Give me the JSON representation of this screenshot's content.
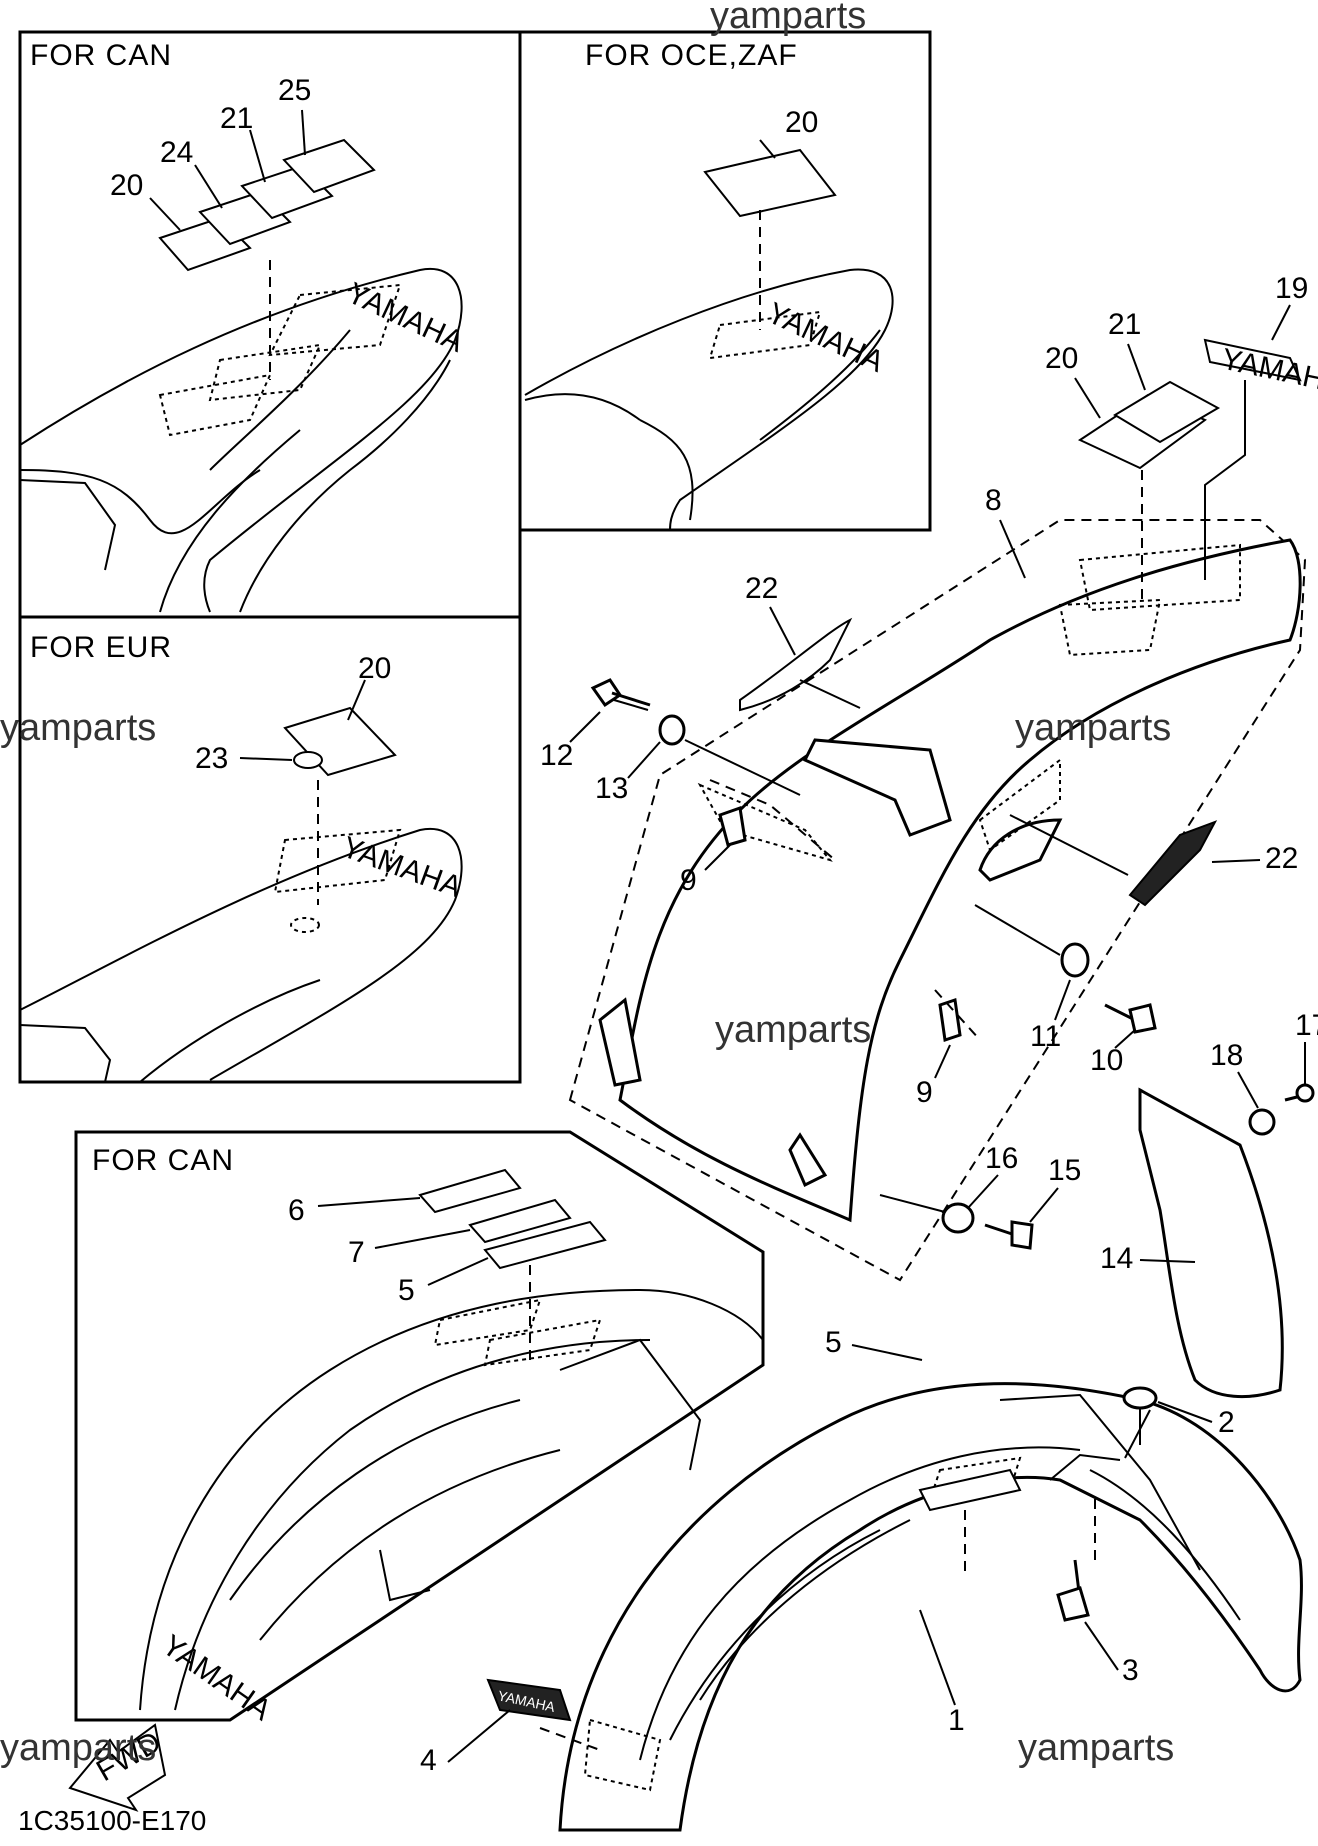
{
  "watermark": "yamparts",
  "diagram_code": "1C35100-E170",
  "panels": {
    "top_left": "FOR CAN",
    "top_right": "FOR OCE,ZAF",
    "mid_left": "FOR EUR",
    "bottom_left": "FOR CAN"
  },
  "logo_text": "YAMAHA",
  "fwd_text": "FWD",
  "callouts": {
    "p1": "1",
    "p2": "2",
    "p3": "3",
    "p4": "4",
    "p5": "5",
    "p5b": "5",
    "p6": "6",
    "p7": "7",
    "p8": "8",
    "p9a": "9",
    "p9b": "9",
    "p10": "10",
    "p11": "11",
    "p12": "12",
    "p13": "13",
    "p14": "14",
    "p15": "15",
    "p16": "16",
    "p17": "17",
    "p18": "18",
    "p19": "19",
    "p20a": "20",
    "p20b": "20",
    "p20c": "20",
    "p20d": "20",
    "p21a": "21",
    "p21b": "21",
    "p22a": "22",
    "p22b": "22",
    "p23": "23",
    "p24": "24",
    "p25": "25"
  }
}
